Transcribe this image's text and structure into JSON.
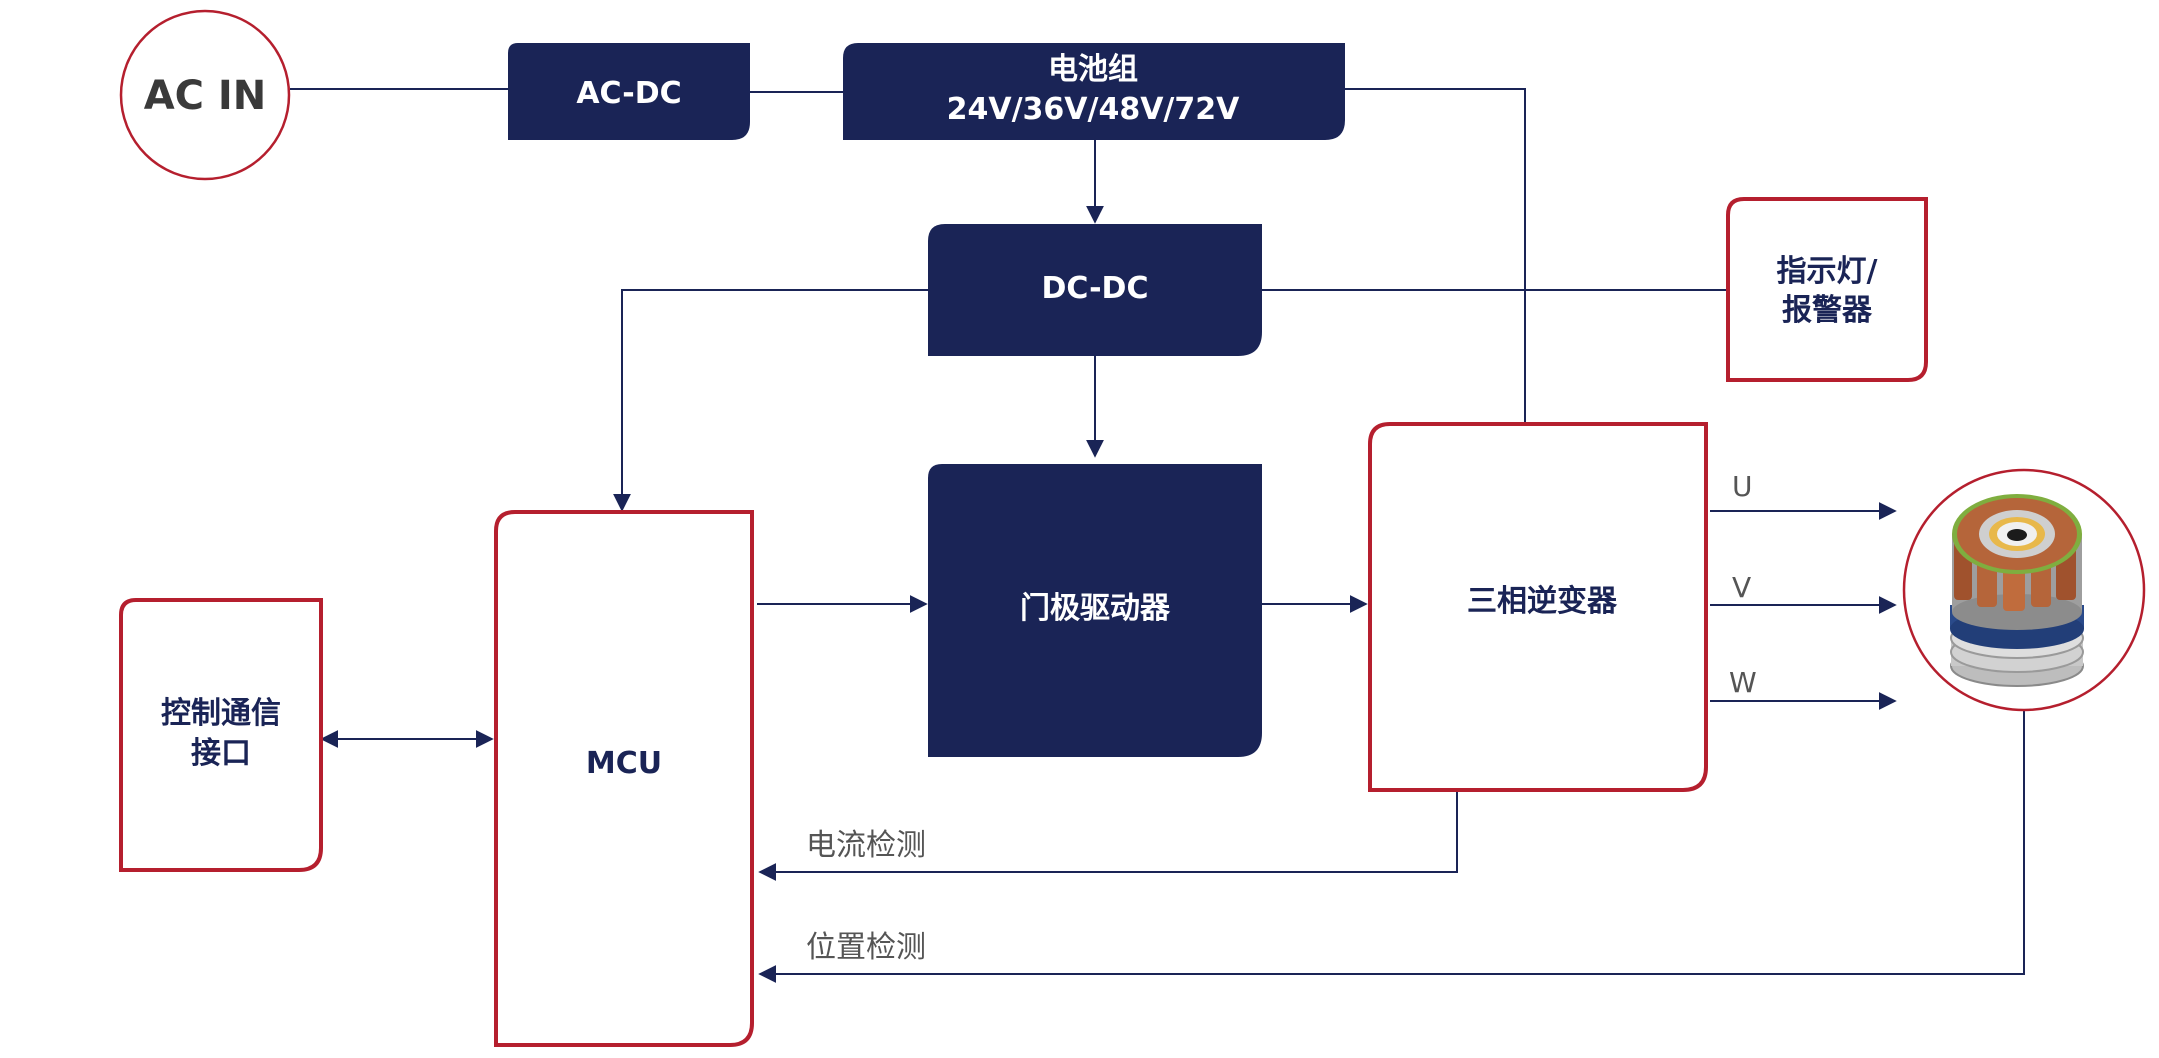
{
  "colors": {
    "navy": "#1a2456",
    "red": "#b51f2e",
    "label_gray": "#555555"
  },
  "nodes": {
    "ac_in": "AC IN",
    "ac_dc": "AC-DC",
    "battery_line1": "电池组",
    "battery_line2": "24V/36V/48V/72V",
    "dc_dc": "DC-DC",
    "indicator_line1": "指示灯/",
    "indicator_line2": "报警器",
    "mcu": "MCU",
    "gate_driver": "门极驱动器",
    "inverter": "三相逆变器",
    "comm_line1": "控制通信",
    "comm_line2": "接口"
  },
  "labels": {
    "phase_u": "U",
    "phase_v": "V",
    "phase_w": "W",
    "current_sense": "电流检测",
    "position_sense": "位置检测"
  },
  "icons": {
    "motor": "bldc-motor-stator-icon"
  }
}
